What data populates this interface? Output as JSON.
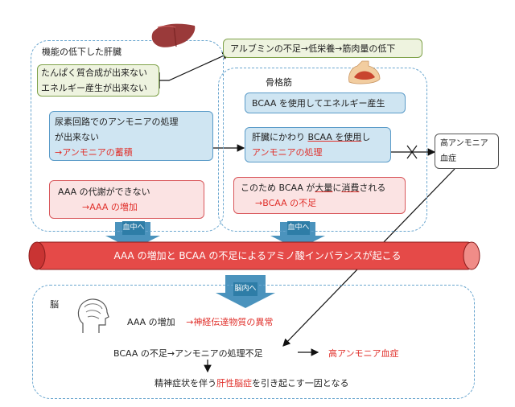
{
  "liver": {
    "title": "機能の低下した肝臓",
    "lines": [
      "たんぱく質合成が出来ない",
      "エネルギー産生が出来ない"
    ],
    "urea_line1": "尿素回路でのアンモニアの処理",
    "urea_line2": "が出来ない",
    "urea_result": "→アンモニアの蓄積",
    "aaa_line": "AAA の代謝ができない",
    "aaa_result": "→AAA の増加",
    "tag": "血中へ"
  },
  "albumin": {
    "text": "アルブミンの不足→低栄養→筋肉量の低下"
  },
  "muscle": {
    "title": "骨格筋",
    "bcaa_energy": "BCAA を使用してエネルギー産生",
    "replace_pre": "肝臓にかわり ",
    "replace_bcaa": "BCAA を使用",
    "replace_post": "し",
    "replace_result": "アンモニアの処理",
    "consume_pre": "このため BCAA が",
    "consume_big": "大量",
    "consume_mid": "に",
    "consume_use": "消費",
    "consume_post": "される",
    "consume_result": "→BCAA の不足",
    "tag": "血中へ"
  },
  "hyperammonemia": {
    "text": "高アンモニア血症"
  },
  "vessel": {
    "text": "AAA の増加と BCAA の不足によるアミノ酸インバランスが起こる"
  },
  "brain": {
    "tag": "脳内へ",
    "label": "脳",
    "aaa_line": "AAA の増加",
    "aaa_result": "→神経伝達物質の異常",
    "bcaa_line": "BCAA の不足→アンモニアの処理不足",
    "bcaa_result": "高アンモニア血症",
    "conclusion_pre": "精神症状を伴う",
    "conclusion_red": "肝性脳症",
    "conclusion_post": "を引き起こす一因となる"
  },
  "colors": {
    "accent_red": "#e0302b",
    "blue_border": "#6aa6cf",
    "tag_blue": "#2e7da7",
    "vessel_red": "#e23b3b"
  },
  "icons": [
    "liver-icon",
    "muscle-arm-icon",
    "brain-head-icon"
  ]
}
